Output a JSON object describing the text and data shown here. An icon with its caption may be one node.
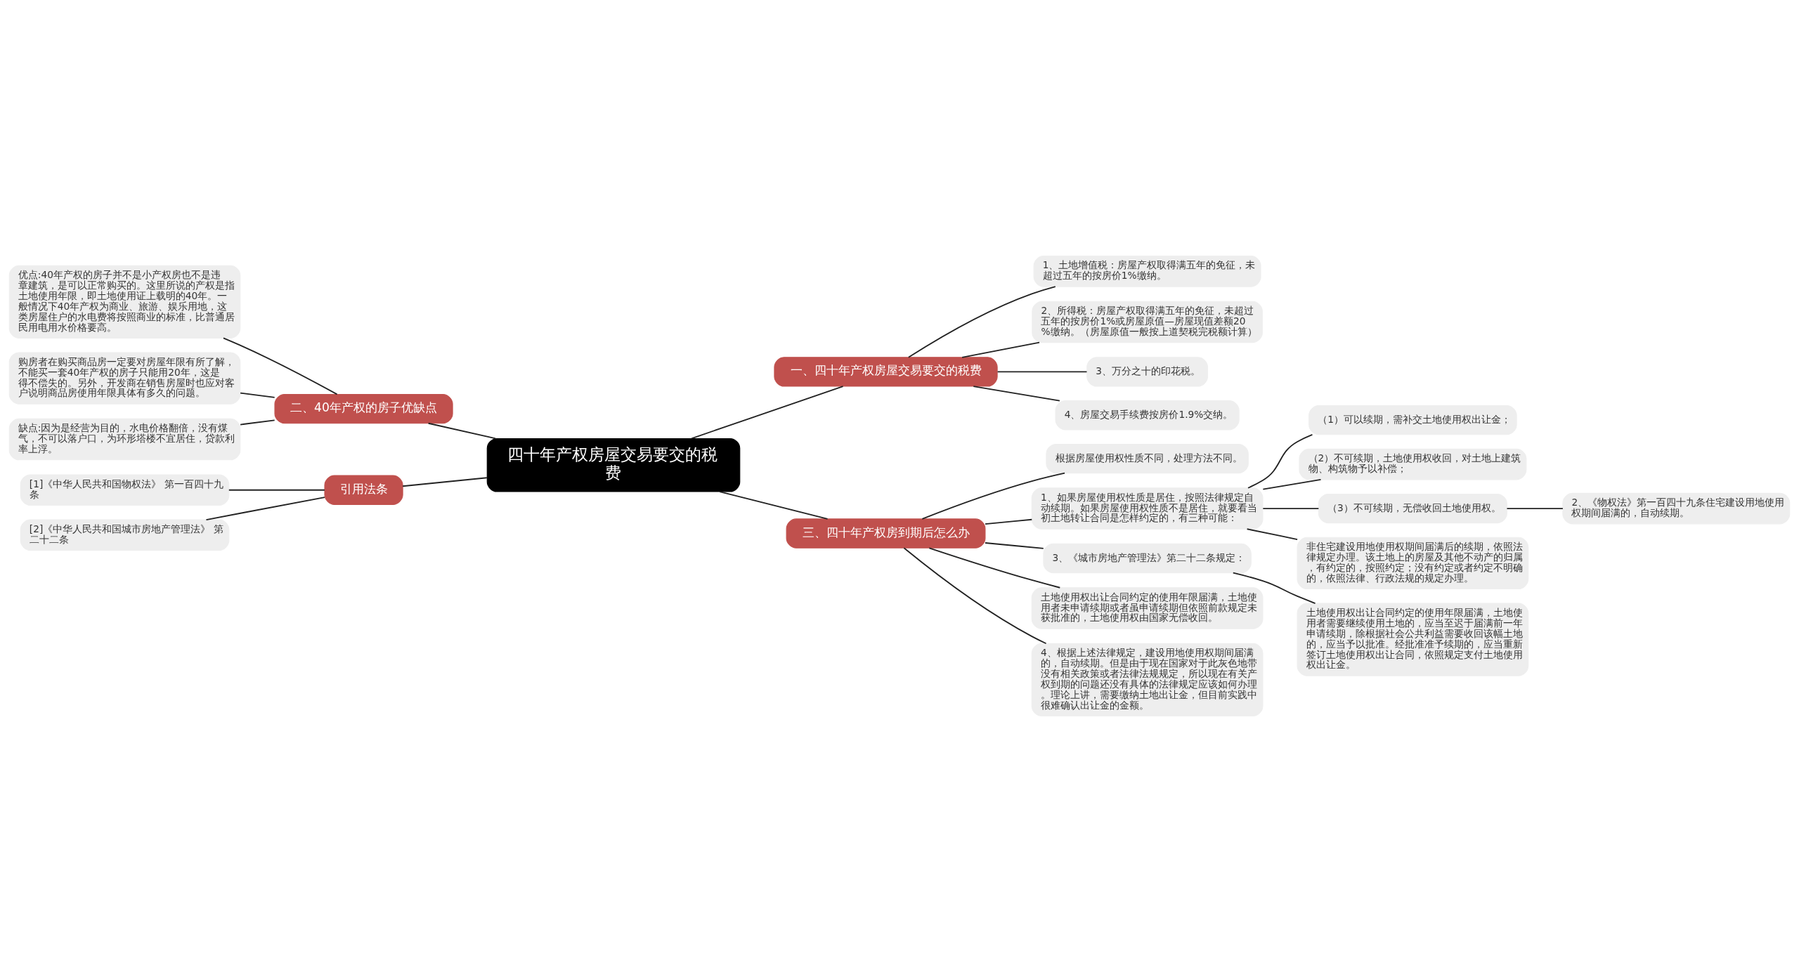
{
  "diagram": {
    "nodes": [
      {
        "text": [
          "四十年产权房屋交易要交的税费"
        ]
      },
      {
        "text": [
          "一、四十年产权房屋交易要交的税费"
        ]
      },
      {
        "text": [
          "1、土地增值税：房屋产权取得满五年的免征，未超过五年的按房价1%缴纳。"
        ]
      },
      {
        "text": [
          "2、所得税：房屋产权取得满五年的免征，未超过五年的按房价1%或房屋原值—房屋现值差额20%缴纳。（房屋原值一般按上道契税完税额计算）"
        ]
      },
      {
        "text": [
          "3、万分之十的印花税。"
        ]
      },
      {
        "text": [
          "4、房屋交易手续费按房价1.9%交纳。"
        ]
      },
      {
        "text": [
          "二、40年产权的房子优缺点"
        ]
      },
      {
        "text": [
          "优点:40年产权的房子并不是小产权房也不是违章建筑，是可以正常购买的。这里所说的产权是指土地使用年限，即土地使用证上载明的40年。一般情况下40年产权为商业、旅游、娱乐用地，这类房屋住户的水电费将按照商业的标准，比普通居民用电用水价格要高。"
        ]
      },
      {
        "text": [
          "购房者在购买商品房一定要对房屋年限有所了解，不能买一套40年产权的房子只能用20年，这是得不偿失的。另外，开发商在销售房屋时也应对客户说明商品房使用年限具体有多久的问题。"
        ]
      },
      {
        "text": [
          "缺点:因为是经营为目的，水电价格翻倍，没有煤气，不可以落户口，为环形塔楼不宜居住，贷款利率上浮。"
        ]
      },
      {
        "text": [
          "引用法条"
        ]
      },
      {
        "text": [
          "[1]《中华人民共和国物权法》 第一百四十九条"
        ]
      },
      {
        "text": [
          "[2]《中华人民共和国城市房地产管理法》 第二十二条"
        ]
      },
      {
        "text": [
          "三、四十年产权房到期后怎么办"
        ]
      },
      {
        "text": [
          "根据房屋使用权性质不同，处理方法不同。"
        ]
      },
      {
        "text": [
          "1、如果房屋使用权性质是居住，按照法律规定自动续期。如果房屋使用权性质不是居住，就要看当初土地转让合同是怎样约定的，有三种可能："
        ]
      },
      {
        "text": [
          "（1）可以续期，需补交土地使用权出让金；"
        ]
      },
      {
        "text": [
          "（2）不可续期，土地使用权收回，对土地上建筑物、构筑物予以补偿；"
        ]
      },
      {
        "text": [
          "（3）不可续期，无偿收回土地使用权。"
        ]
      },
      {
        "text": [
          "2、《物权法》第一百四十九条住宅建设用地使用权期间届满的，自动续期。"
        ]
      },
      {
        "text": [
          "非住宅建设用地使用权期间届满后的续期，依照法律规定办理。该土地上的房屋及其他不动产的归属，有约定的，按照约定；没有约定或者约定不明确的，依照法律、行政法规的规定办理。"
        ]
      },
      {
        "text": [
          "3、《城市房地产管理法》第二十二条规定："
        ]
      },
      {
        "text": [
          "土地使用权出让合同约定的使用年限届满，土地使用者需要继续使用土地的，应当至迟于届满前一年申请续期，除根据社会公共利益需要收回该幅土地的，应当予以批准。经批准准予续期的，应当重新签订土地使用权出让合同，依照规定支付土地使用权出让金。"
        ]
      },
      {
        "text": [
          "土地使用权出让合同约定的使用年限届满，土地使用者未申请续期或者虽申请续期但依照前款规定未获批准的，土地使用权由国家无偿收回。"
        ]
      },
      {
        "text": [
          "4、根据上述法律规定，建设用地使用权期间届满的，自动续期。但是由于现在国家对于此灰色地带没有相关政策或者法律法规规定，所以现在有关产权到期的问题还没有具体的法律规定应该如何办理。理论上讲，需要缴纳土地出让金，但目前实践中很难确认出让金的金额。"
        ]
      }
    ],
    "edges": [
      {
        "from": 0,
        "to": 1,
        "arrow": "none"
      },
      {
        "from": 1,
        "to": 2,
        "arrow": "none"
      },
      {
        "from": 1,
        "to": 3,
        "arrow": "none"
      },
      {
        "from": 1,
        "to": 4,
        "arrow": "none"
      },
      {
        "from": 1,
        "to": 5,
        "arrow": "none"
      },
      {
        "from": 0,
        "to": 6,
        "arrow": "none"
      },
      {
        "from": 6,
        "to": 7,
        "arrow": "none"
      },
      {
        "from": 6,
        "to": 8,
        "arrow": "none"
      },
      {
        "from": 6,
        "to": 9,
        "arrow": "none"
      },
      {
        "from": 0,
        "to": 10,
        "arrow": "none"
      },
      {
        "from": 10,
        "to": 11,
        "arrow": "none"
      },
      {
        "from": 10,
        "to": 12,
        "arrow": "none"
      },
      {
        "from": 0,
        "to": 13,
        "arrow": "none"
      },
      {
        "from": 13,
        "to": 14,
        "arrow": "none"
      },
      {
        "from": 13,
        "to": 15,
        "arrow": "none"
      },
      {
        "from": 15,
        "to": 16,
        "arrow": "none"
      },
      {
        "from": 15,
        "to": 17,
        "arrow": "none"
      },
      {
        "from": 15,
        "to": 18,
        "arrow": "none"
      },
      {
        "from": 18,
        "to": 19,
        "arrow": "none"
      },
      {
        "from": 15,
        "to": 20,
        "arrow": "none"
      },
      {
        "from": 13,
        "to": 21,
        "arrow": "none"
      },
      {
        "from": 21,
        "to": 22,
        "arrow": "none"
      },
      {
        "from": 13,
        "to": 23,
        "arrow": "none"
      },
      {
        "from": 13,
        "to": 24,
        "arrow": "none"
      }
    ]
  }
}
